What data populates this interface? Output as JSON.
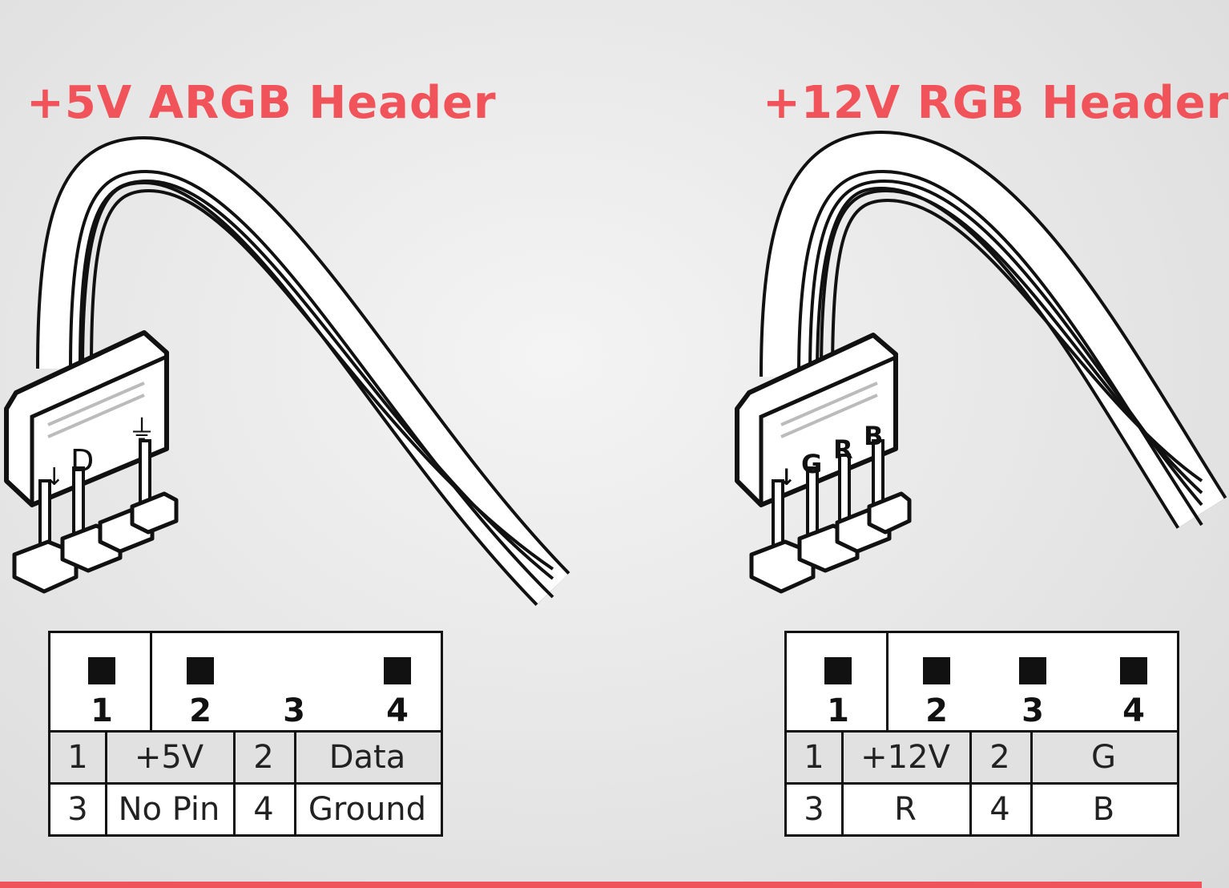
{
  "colors": {
    "accent": "#f0545a",
    "ink": "#111111",
    "shade": "#e1e1e1"
  },
  "argb": {
    "title": "+5V ARGB Header",
    "connector_labels": [
      "↓",
      "D",
      "⏚"
    ],
    "pins": [
      "1",
      "2",
      "3",
      "4"
    ],
    "pin_present": [
      true,
      true,
      false,
      true
    ],
    "rows": [
      [
        "1",
        "+5V",
        "2",
        "Data"
      ],
      [
        "3",
        "No Pin",
        "4",
        "Ground"
      ]
    ]
  },
  "rgb": {
    "title": "+12V RGB Header",
    "connector_labels": [
      "↓",
      "G",
      "R",
      "B"
    ],
    "pins": [
      "1",
      "2",
      "3",
      "4"
    ],
    "pin_present": [
      true,
      true,
      true,
      true
    ],
    "rows": [
      [
        "1",
        "+12V",
        "2",
        "G"
      ],
      [
        "3",
        "R",
        "4",
        "B"
      ]
    ]
  }
}
